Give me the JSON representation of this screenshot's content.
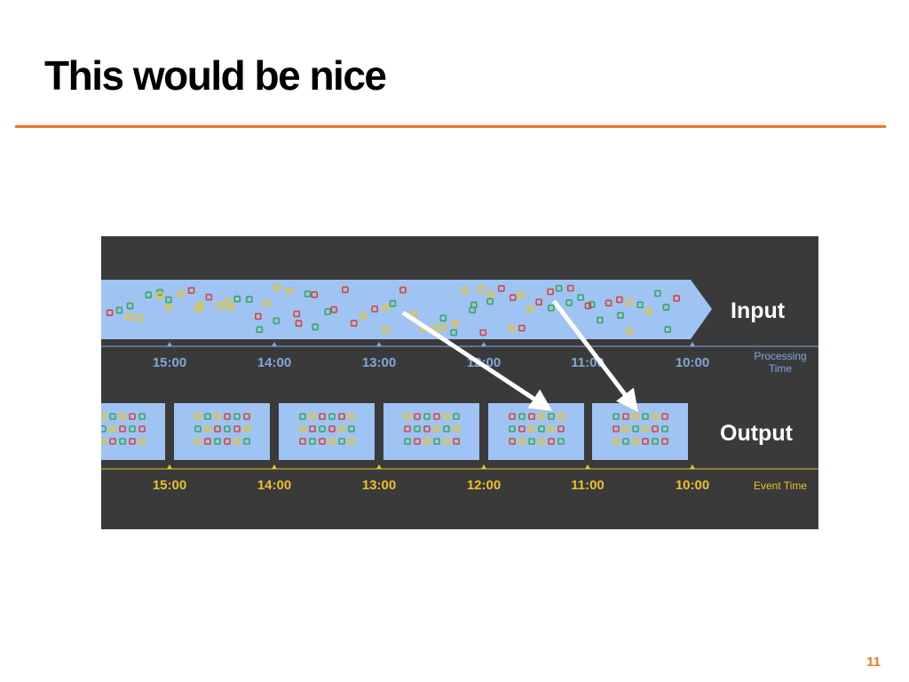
{
  "slide": {
    "title": "This would be nice",
    "page_number": "11"
  },
  "colors": {
    "accent": "#ee7623",
    "diagram_background": "#3a3a3b",
    "band_fill": "#9fc3f3",
    "input_axis": "#7fa8d8",
    "output_axis": "#e8c12a",
    "event_dot_red": "#d9443a",
    "event_dot_yellow": "#f0c419",
    "event_dot_green": "#37a85b",
    "arrow": "#ffffff"
  },
  "diagram": {
    "input_label": "Input",
    "output_label": "Output",
    "input_axis_label_line1": "Processing",
    "input_axis_label_line2": "Time",
    "output_axis_label": "Event Time",
    "input_ticks": [
      "15:00",
      "14:00",
      "13:00",
      "12:00",
      "11:00",
      "10:00"
    ],
    "output_ticks": [
      "15:00",
      "14:00",
      "13:00",
      "12:00",
      "11:00",
      "10:00"
    ],
    "output_window_count": 6,
    "late_arrivals": 2
  }
}
